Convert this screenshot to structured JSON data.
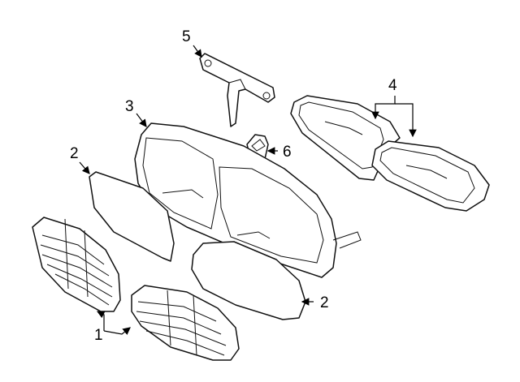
{
  "callouts": {
    "c1": "1",
    "c2a": "2",
    "c2b": "2",
    "c3": "3",
    "c4": "4",
    "c5": "5",
    "c6": "6"
  },
  "colors": {
    "line": "#111111",
    "background": "#ffffff"
  }
}
